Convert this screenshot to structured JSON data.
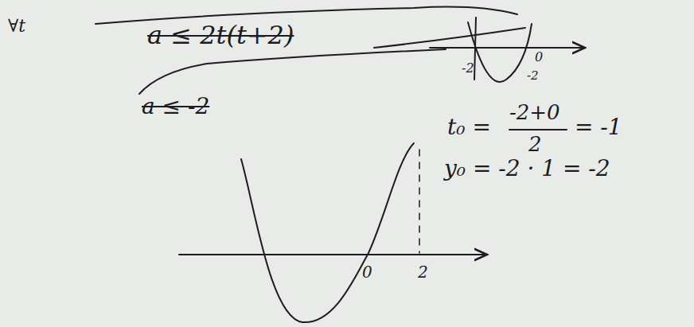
{
  "diagram": {
    "labels": [
      "∀t",
      "a ≤ 2t(t+2)",
      "a ≤ -2",
      "-2",
      "0",
      "-2",
      "t₀ =",
      "-2+0",
      "2",
      "= -1",
      "y₀ = -2 · 1 = -2",
      "0",
      "2"
    ]
  }
}
